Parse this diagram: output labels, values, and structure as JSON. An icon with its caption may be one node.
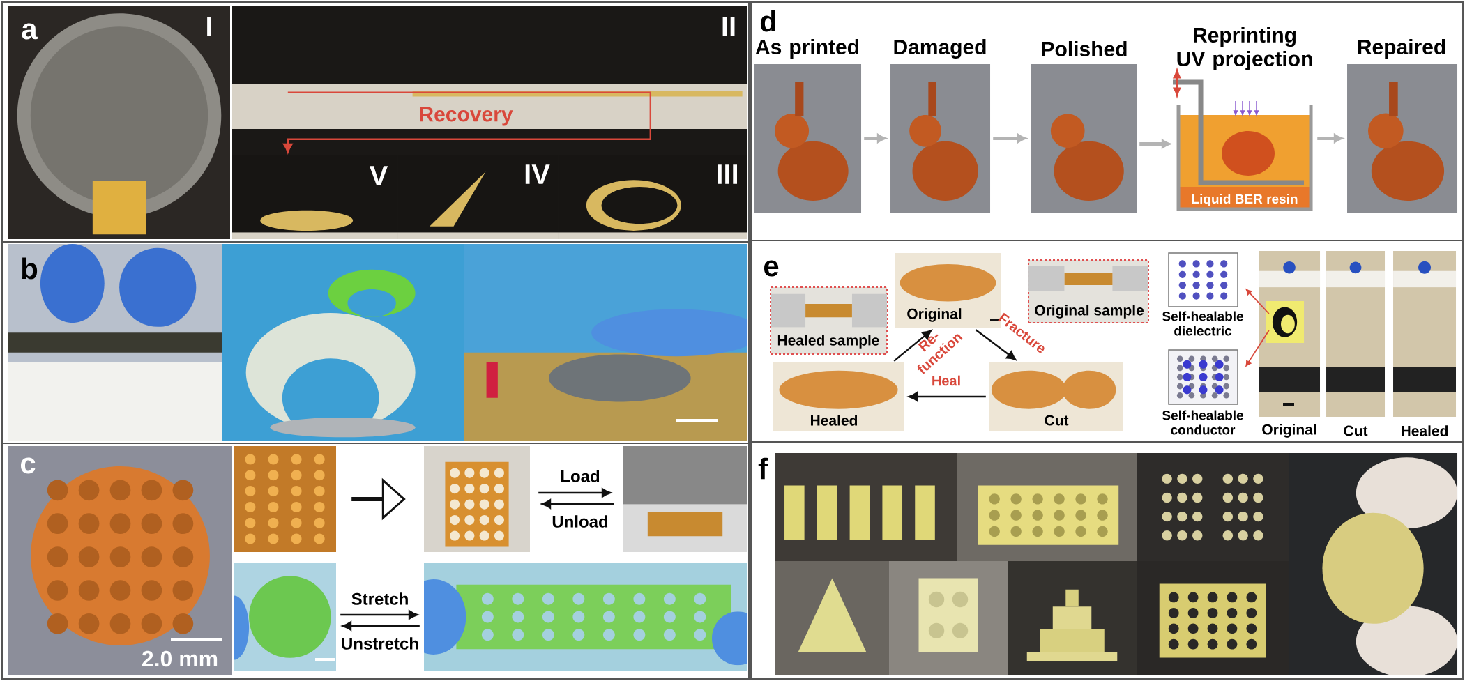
{
  "diagram": {
    "nodes": [
      {
        "text": [
          "I"
        ]
      },
      {
        "text": [
          "II"
        ]
      },
      {
        "text": [
          "V"
        ]
      },
      {
        "text": [
          "IV"
        ]
      },
      {
        "text": [
          "III"
        ]
      },
      {
        "text": [],
        "shape": "picture"
      },
      {
        "text": [],
        "shape": "picture"
      },
      {
        "text": [],
        "shape": "picture"
      },
      {
        "text": [
          "2.0 mm"
        ]
      },
      {
        "text": [],
        "shape": "picture"
      },
      {
        "text": [],
        "shape": "picture"
      },
      {
        "text": [],
        "shape": "picture"
      },
      {
        "text": [],
        "shape": "picture"
      },
      {
        "text": [],
        "shape": "picture"
      },
      {
        "text": [
          "As printed"
        ]
      },
      {
        "text": [
          "Damaged"
        ]
      },
      {
        "text": [
          "Polished"
        ]
      },
      {
        "text": [
          "Reprinting UV projection",
          "Liquid BER resin"
        ]
      },
      {
        "text": [
          "Repaired"
        ]
      },
      {
        "text": [
          "Healed sample"
        ]
      },
      {
        "text": [
          "Original"
        ]
      },
      {
        "text": [
          "Original sample"
        ]
      },
      {
        "text": [
          "Healed"
        ]
      },
      {
        "text": [
          "Cut"
        ]
      },
      {
        "text": [
          "Self-healable dielectric"
        ]
      },
      {
        "text": [
          "Self-healable conductor"
        ]
      },
      {
        "text": [
          "Original"
        ]
      },
      {
        "text": [],
        "shape": "picture",
        "in": 26
      },
      {
        "text": [
          "Cut"
        ]
      },
      {
        "text": [
          "Healed"
        ]
      },
      {
        "text": [],
        "shape": "picture"
      },
      {
        "text": [],
        "shape": "picture"
      },
      {
        "text": [],
        "shape": "picture"
      },
      {
        "text": [],
        "shape": "picture"
      },
      {
        "text": [],
        "shape": "picture"
      },
      {
        "text": [],
        "shape": "picture"
      },
      {
        "text": [],
        "shape": "picture"
      },
      {
        "text": [],
        "shape": "picture"
      }
    ],
    "edges": [
      {
        "from": 1,
        "to": 2,
        "arrow": "to",
        "label": "Recovery",
        "color": "#d9483b"
      },
      {
        "from": 9,
        "to": 10,
        "arrow": "to",
        "style": "thick"
      },
      {
        "from": 10,
        "to": 11,
        "arrow": "to",
        "label": "Load"
      },
      {
        "from": 11,
        "to": 10,
        "arrow": "to",
        "label": "Unload"
      },
      {
        "from": 12,
        "to": 13,
        "arrow": "to",
        "label": "Stretch"
      },
      {
        "from": 13,
        "to": 12,
        "arrow": "to",
        "label": "Unstretch"
      },
      {
        "from": 14,
        "to": 15,
        "arrow": "to",
        "color": "#b4b4b4"
      },
      {
        "from": 15,
        "to": 16,
        "arrow": "to",
        "color": "#b4b4b4"
      },
      {
        "from": 16,
        "to": 17,
        "arrow": "to",
        "color": "#b4b4b4"
      },
      {
        "from": 17,
        "to": 18,
        "arrow": "to",
        "color": "#b4b4b4"
      },
      {
        "from": 20,
        "to": 23,
        "arrow": "to",
        "label": "Fracture"
      },
      {
        "from": 23,
        "to": 22,
        "arrow": "to",
        "label": "Heal"
      },
      {
        "from": 22,
        "to": 20,
        "arrow": "to",
        "label": "Re- function"
      },
      {
        "from": 27,
        "to": 24,
        "arrow": "to",
        "color": "#d9483b"
      },
      {
        "from": 27,
        "to": 25,
        "arrow": "to",
        "color": "#d9483b"
      }
    ],
    "labels": [
      "a",
      "b",
      "c",
      "d",
      "e",
      "f"
    ]
  }
}
